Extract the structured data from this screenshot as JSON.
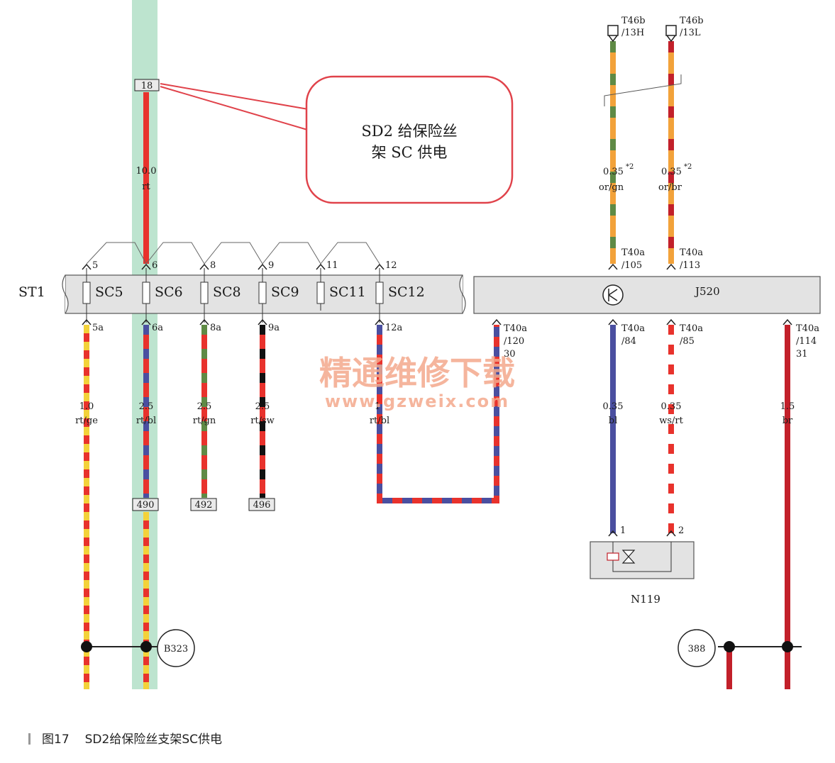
{
  "callout": {
    "line1": "SD2 给保险丝",
    "line2": "架 SC 供电"
  },
  "fuse_carrier": {
    "name": "ST1",
    "fuses": [
      {
        "label": "SC5",
        "in_pin": "5",
        "out_pin": "5a"
      },
      {
        "label": "SC6",
        "in_pin": "6",
        "out_pin": "6a"
      },
      {
        "label": "SC8",
        "in_pin": "8",
        "out_pin": "8a"
      },
      {
        "label": "SC9",
        "in_pin": "9",
        "out_pin": "9a"
      },
      {
        "label": "SC11",
        "in_pin": "11",
        "out_pin": ""
      },
      {
        "label": "SC12",
        "in_pin": "12",
        "out_pin": "12a"
      }
    ]
  },
  "feed_connector": "18",
  "feed_wire": {
    "size": "10.0",
    "color": "rt"
  },
  "left_wires": [
    {
      "size": "1.0",
      "color": "rt/ge"
    },
    {
      "size": "2.5",
      "color": "rt/bl",
      "ref": "490"
    },
    {
      "size": "2.5",
      "color": "rt/gn",
      "ref": "492"
    },
    {
      "size": "2.5",
      "color": "rt/sw",
      "ref": "496"
    },
    {
      "size": "1",
      "color": "rt/bl"
    }
  ],
  "ground_points": {
    "left": "B323",
    "right": "388"
  },
  "control_unit": {
    "name": "J520"
  },
  "top_connectors": [
    {
      "name": "T46b",
      "pin": "/13H",
      "size": "0.35",
      "note": "*2",
      "color": "or/gn",
      "j_conn": "T40a",
      "j_pin": "/105"
    },
    {
      "name": "T46b",
      "pin": "/13L",
      "size": "0.35",
      "note": "*2",
      "color": "or/br",
      "j_conn": "T40a",
      "j_pin": "/113"
    }
  ],
  "bottom_pins": [
    {
      "conn": "T40a",
      "pin": "/120",
      "term": "30"
    },
    {
      "conn": "T40a",
      "pin": "/84",
      "term": "",
      "size": "0.35",
      "color": "bl"
    },
    {
      "conn": "T40a",
      "pin": "/85",
      "term": "",
      "size": "0.35",
      "color": "ws/rt"
    },
    {
      "conn": "T40a",
      "pin": "/114",
      "term": "31",
      "size": "1.5",
      "color": "br"
    }
  ],
  "valve": {
    "name": "N119",
    "pin1": "1",
    "pin2": "2"
  },
  "watermark": {
    "title": "精通维修下载",
    "url": "www.gzweix.com"
  },
  "caption": {
    "number": "图17",
    "text": "SD2给保险丝支架SC供电"
  },
  "colors": {
    "red": "#e8322c",
    "yellow": "#f3d23a",
    "blue": "#4a4fa0",
    "green": "#5f8a45",
    "black": "#111111",
    "orange": "#f2a23a",
    "brown": "#b22a2a",
    "white": "#ffffff",
    "highlight": "#bde4cf",
    "watermark": "#f4a98c",
    "callout_border": "#e0424a"
  }
}
